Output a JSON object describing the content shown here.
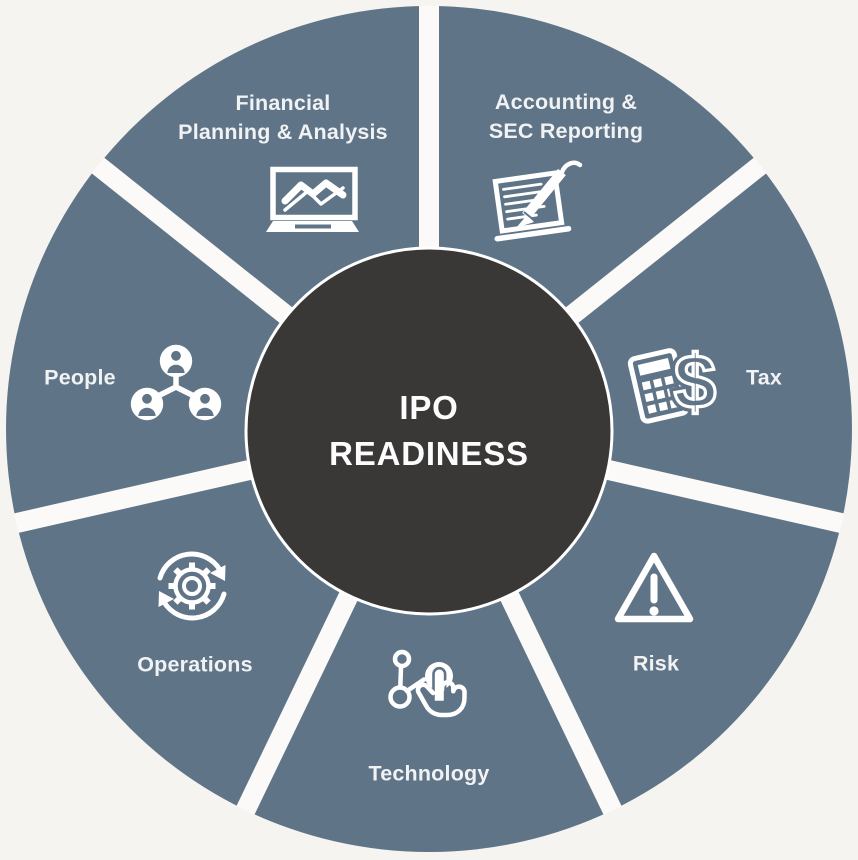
{
  "diagram": {
    "center": {
      "lines": [
        "IPO",
        "READINESS"
      ]
    },
    "segments": [
      {
        "key": "financial-planning-analysis",
        "lines": [
          "Financial",
          "Planning & Analysis"
        ],
        "icon": "laptop-chart-icon"
      },
      {
        "key": "accounting-sec-reporting",
        "lines": [
          "Accounting &",
          "SEC Reporting"
        ],
        "icon": "document-pen-icon"
      },
      {
        "key": "tax",
        "lines": [
          "Tax"
        ],
        "icon": "calculator-dollar-icon"
      },
      {
        "key": "risk",
        "lines": [
          "Risk"
        ],
        "icon": "warning-triangle-icon"
      },
      {
        "key": "technology",
        "lines": [
          "Technology"
        ],
        "icon": "tap-hand-icon"
      },
      {
        "key": "operations",
        "lines": [
          "Operations"
        ],
        "icon": "gear-refresh-icon"
      },
      {
        "key": "people",
        "lines": [
          "People"
        ],
        "icon": "people-network-icon"
      }
    ],
    "icons": {
      "dollar_glyph": "$"
    },
    "colors": {
      "segment_fill": "#5f7487",
      "hub_fill": "#3a3737",
      "divider": "#fbfaf8",
      "background": "#f5f4f1",
      "label_text": "#f0f2f4",
      "hub_text": "#fcfcfc",
      "icon_stroke": "#ffffff"
    }
  }
}
